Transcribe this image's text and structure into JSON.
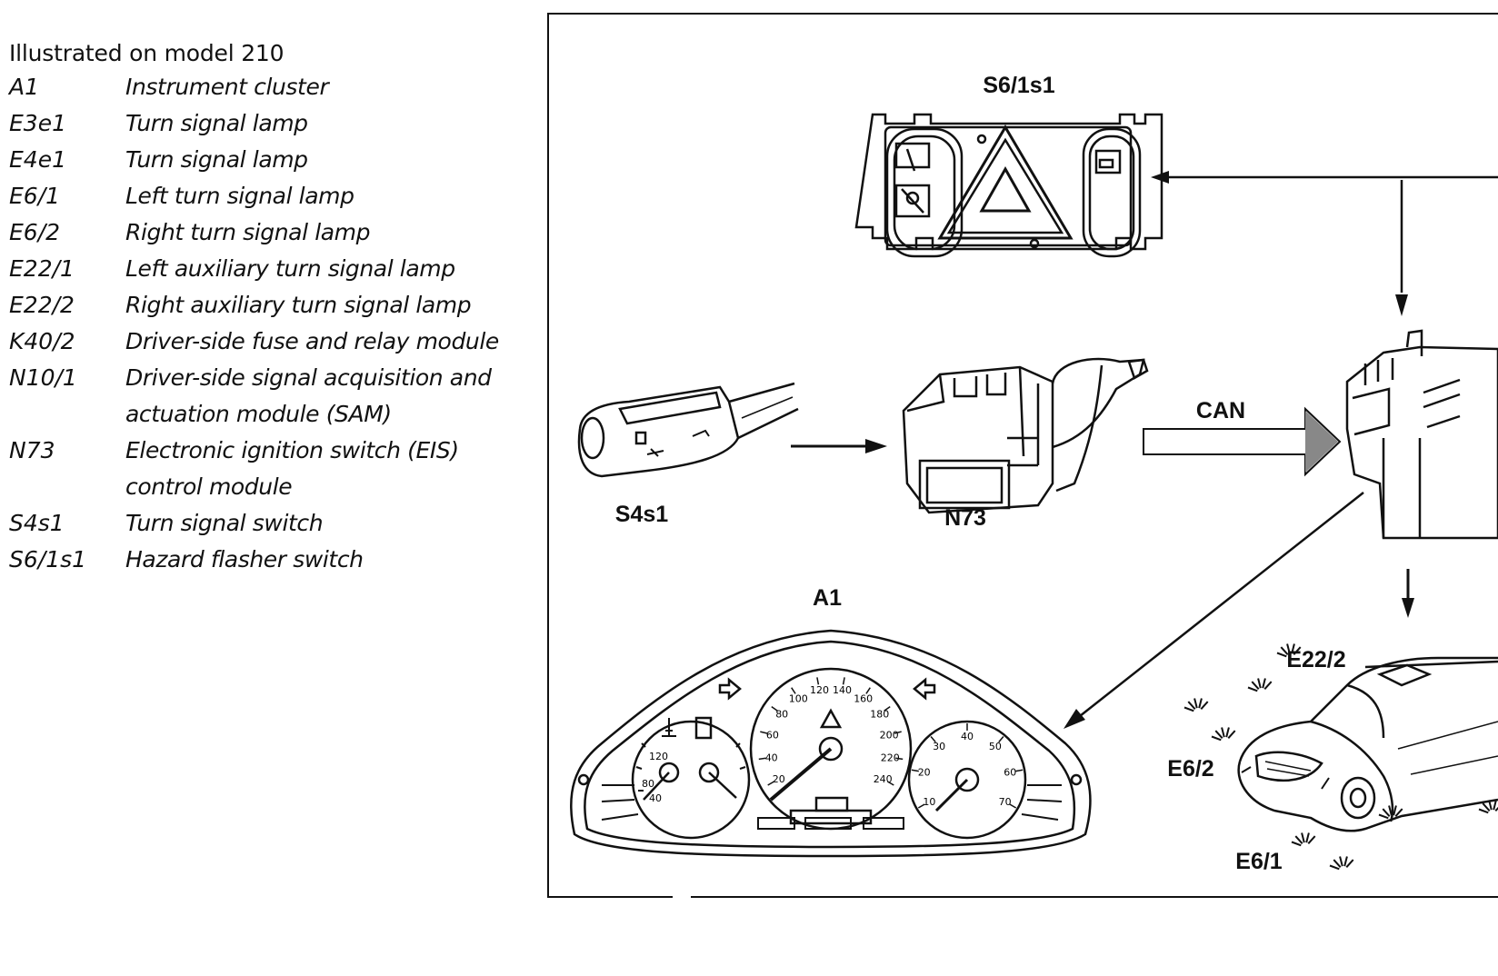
{
  "legend": {
    "heading": "Illustrated on model 210",
    "items": [
      {
        "code": "A1",
        "desc": "Instrument cluster"
      },
      {
        "code": "E3e1",
        "desc": "Turn signal lamp"
      },
      {
        "code": "E4e1",
        "desc": "Turn signal lamp"
      },
      {
        "code": "E6/1",
        "desc": "Left turn signal lamp"
      },
      {
        "code": "E6/2",
        "desc": "Right turn signal lamp"
      },
      {
        "code": "E22/1",
        "desc": "Left auxiliary turn signal lamp"
      },
      {
        "code": "E22/2",
        "desc": "Right auxiliary turn signal lamp"
      },
      {
        "code": "K40/2",
        "desc": "Driver-side fuse and relay module"
      },
      {
        "code": "N10/1",
        "desc": "Driver-side signal acquisition and actuation module (SAM)"
      },
      {
        "code": "N73",
        "desc": "Electronic ignition switch (EIS) control module"
      },
      {
        "code": "S4s1",
        "desc": "Turn signal switch"
      },
      {
        "code": "S6/1s1",
        "desc": "Hazard flasher switch"
      }
    ]
  },
  "diagram": {
    "labels": {
      "s61s1": "S6/1s1",
      "s4s1": "S4s1",
      "n73": "N73",
      "can": "CAN",
      "a1": "A1",
      "e22_2": "E22/2",
      "e6_2": "E6/2",
      "e6_1": "E6/1"
    },
    "speedometer_ticks": [
      "20",
      "40",
      "60",
      "80",
      "100",
      "120",
      "140",
      "160",
      "180",
      "200",
      "220",
      "240"
    ],
    "tachometer_ticks": [
      "10",
      "20",
      "30",
      "40",
      "50",
      "60",
      "70"
    ],
    "colors": {
      "ink": "#111111",
      "paper": "#ffffff",
      "can_arrow_fill": "#888888"
    }
  }
}
